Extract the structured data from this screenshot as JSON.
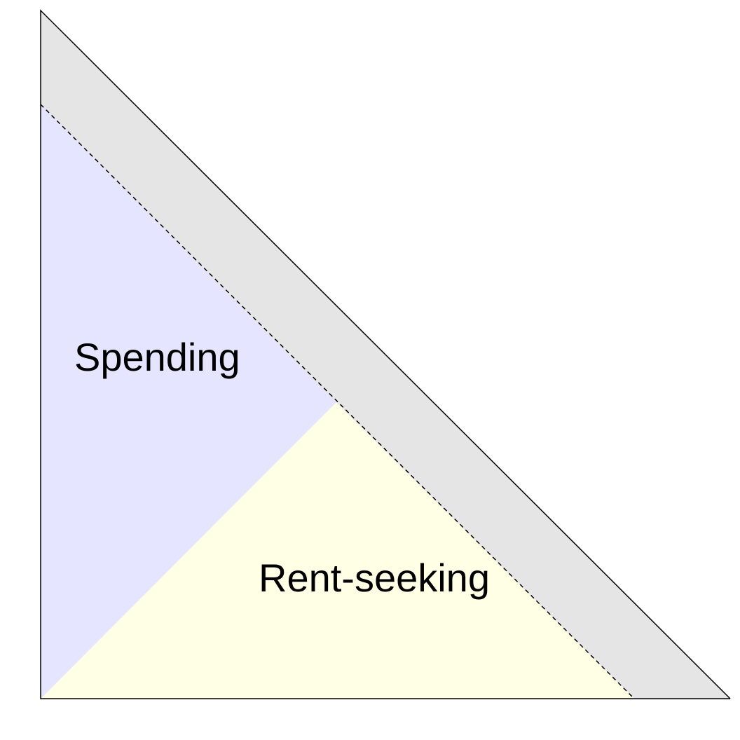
{
  "diagram": {
    "regions": [
      {
        "id": "spending",
        "label": "Spending",
        "fill": "#e5e5ff"
      },
      {
        "id": "rent-seeking",
        "label": "Rent-seeking",
        "fill": "#ffffe5"
      },
      {
        "id": "band",
        "label": "",
        "fill": "#e5e5e5"
      }
    ],
    "colors": {
      "outline": "#000000",
      "dashed_line": "#000000",
      "background": "#ffffff"
    }
  }
}
